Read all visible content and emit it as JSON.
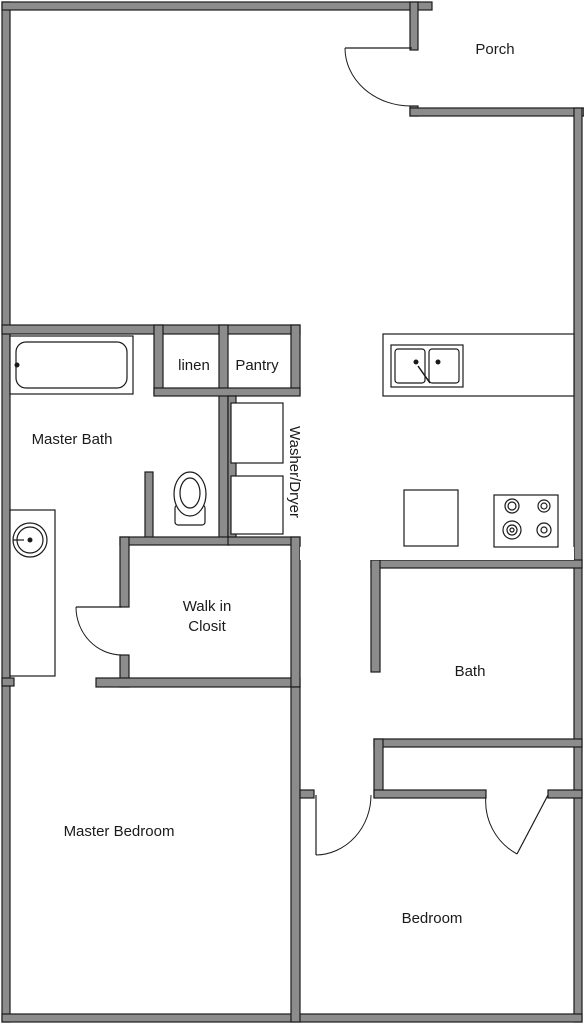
{
  "rooms": {
    "porch": "Porch",
    "linen": "linen",
    "pantry": "Pantry",
    "master_bath": "Master Bath",
    "washer_dryer": "Washer/Dryer",
    "walk_in_closet_line1": "Walk in",
    "walk_in_closet_line2": "Closit",
    "bath": "Bath",
    "master_bedroom": "Master Bedroom",
    "bedroom": "Bedroom"
  },
  "colors": {
    "wall": "#8c8c8c",
    "outline": "#1a1a1a",
    "floor": "#ffffff"
  }
}
